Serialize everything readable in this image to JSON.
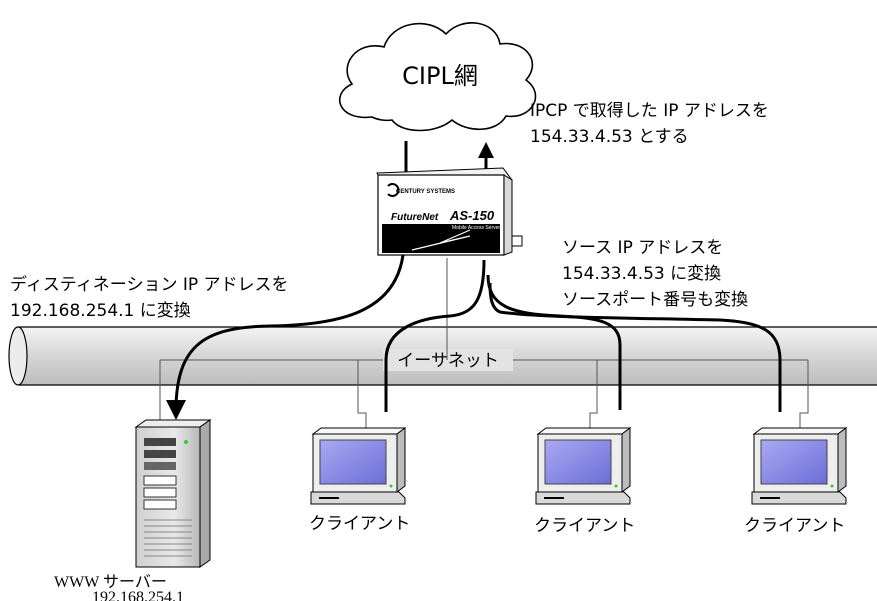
{
  "cloud": {
    "label": "CIPL網"
  },
  "router": {
    "brand": "CENTURY SYSTEMS",
    "product_prefix": "FutureNet",
    "product_model": "AS-150",
    "product_sub": "Mobile Access Server"
  },
  "notes": {
    "ipcp_line1": "IPCP で取得した IP アドレスを",
    "ipcp_line2": "154.33.4.53 とする",
    "src_line1": "ソース IP アドレスを",
    "src_line2": "154.33.4.53 に変換",
    "src_line3": "ソースポート番号も変換",
    "dst_line1": "ディスティネーション IP アドレスを",
    "dst_line2": "192.168.254.1 に変換"
  },
  "network": {
    "label": "イーサネット"
  },
  "server": {
    "label": "WWW サーバー",
    "ip": "192.168.254.1"
  },
  "clients": [
    {
      "label": "クライアント"
    },
    {
      "label": "クライアント"
    },
    {
      "label": "クライアント"
    }
  ],
  "colors": {
    "line": "#000000",
    "pipe": "#d9d9d9",
    "screen": "#8f8fe6",
    "monitor": "#eeeeee",
    "server": "#dcdcdc"
  }
}
